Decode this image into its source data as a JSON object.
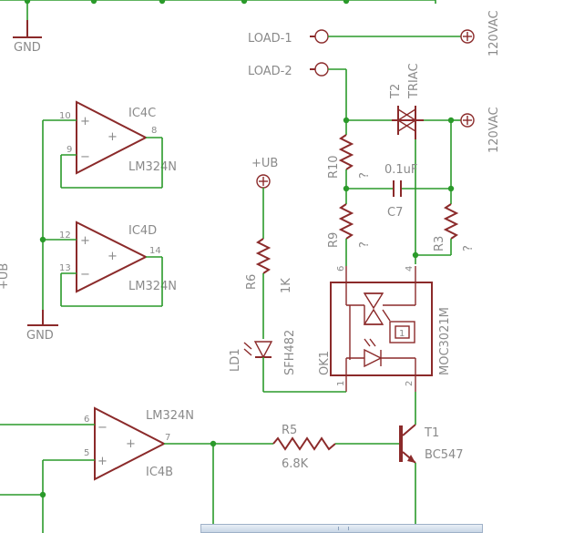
{
  "labels": {
    "gnd_top": "GND",
    "gnd_mid": "GND",
    "load1": "LOAD-1",
    "load2": "LOAD-2",
    "vac_top": "120VAC",
    "vac_mid": "120VAC",
    "t2_name": "T2",
    "t2_value": "TRIAC",
    "ic4c_name": "IC4C",
    "ic4c_value": "LM324N",
    "ic4d_name": "IC4D",
    "ic4d_value": "LM324N",
    "ic4b_name": "IC4B",
    "ic4b_value": "LM324N",
    "ub": "+UB",
    "r10_name": "R10",
    "r10_value": "?",
    "c7_value": "0.1uF",
    "c7_name": "C7",
    "r9_name": "R9",
    "r9_value": "?",
    "r3_name": "R3",
    "r3_value": "?",
    "r6_name": "R6",
    "r6_value": "1K",
    "ld1_name": "LD1",
    "ld1_value": "SFH482",
    "ok1_name": "OK1",
    "ok1_value": "MOC3021M",
    "r5_name": "R5",
    "r5_value": "6.8K",
    "t1_name": "T1",
    "t1_value": "BC547",
    "edge_fragment": "+UB",
    "pins": {
      "ic4c_in_plus": "10",
      "ic4c_in_minus": "9",
      "ic4c_out": "8",
      "ic4d_in_plus": "12",
      "ic4d_in_minus": "13",
      "ic4d_out": "14",
      "ic4b_in_minus": "6",
      "ic4b_in_plus": "5",
      "ic4b_out": "7",
      "ok1_6": "6",
      "ok1_4": "4",
      "ok1_1": "1",
      "ok1_2": "2",
      "sym_plus": "+",
      "sym_minus": "−",
      "opto_inner": "1"
    }
  }
}
